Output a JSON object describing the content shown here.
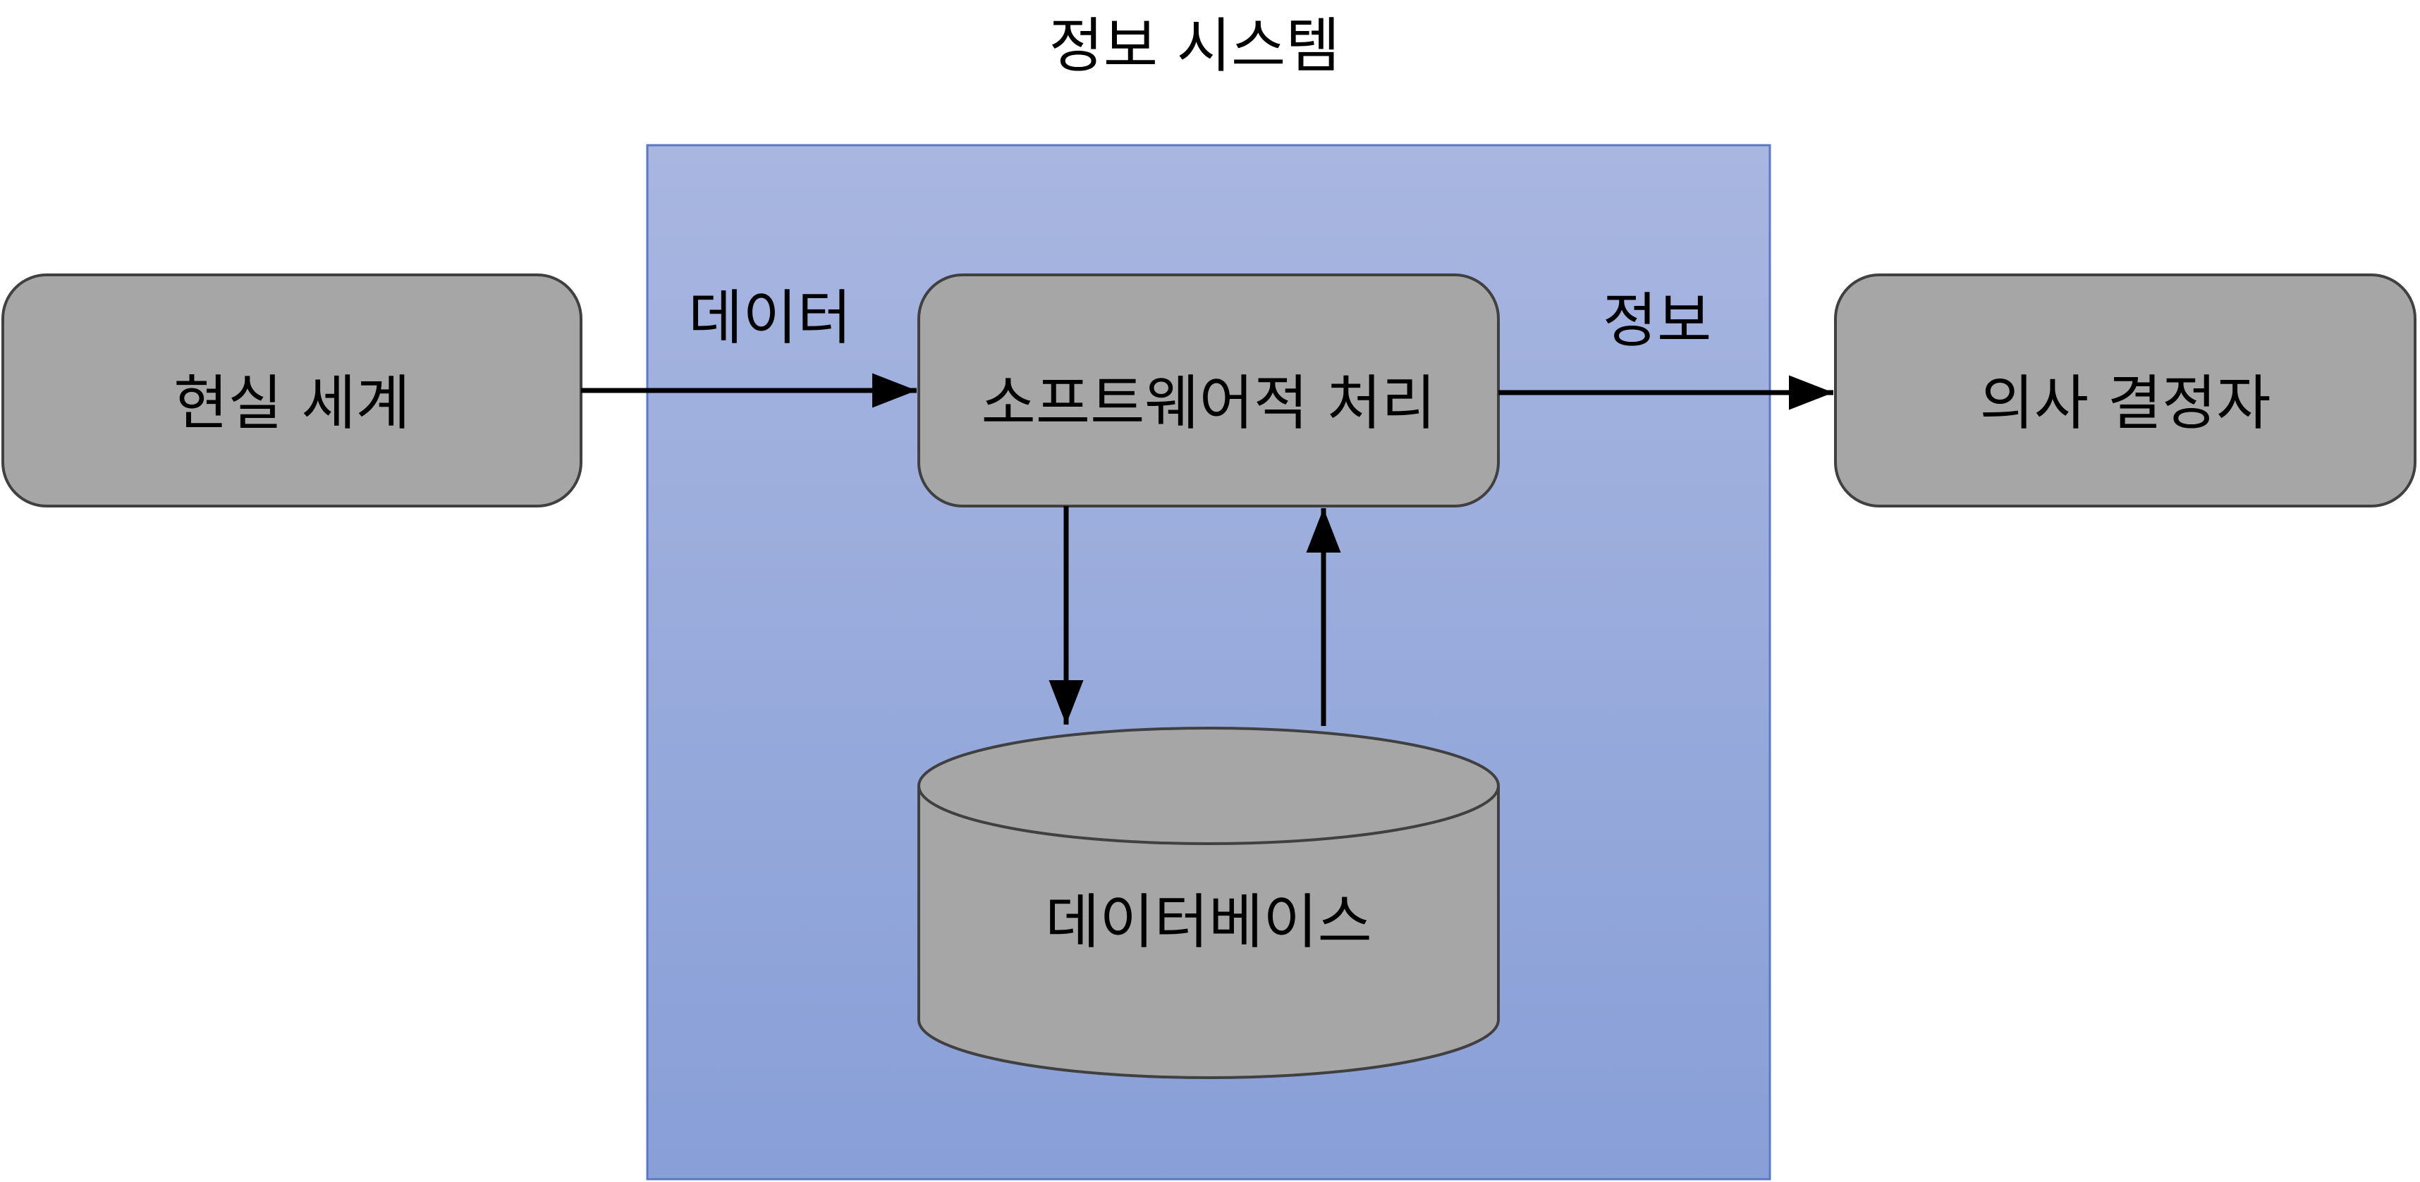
{
  "title": "정보 시스템",
  "nodes": {
    "real_world": "현실 세계",
    "software_processing": "소프트웨어적 처리",
    "database": "데이터베이스",
    "decision_maker": "의사 결정자"
  },
  "edges": {
    "data": "데이터",
    "information": "정보"
  },
  "colors": {
    "box_fill": "#a6a6a6",
    "box_stroke": "#404040",
    "system_gradient_top": "#a8b6e0",
    "system_gradient_bottom": "#889fd7",
    "system_stroke": "#5a78c6",
    "arrow": "#000000"
  }
}
